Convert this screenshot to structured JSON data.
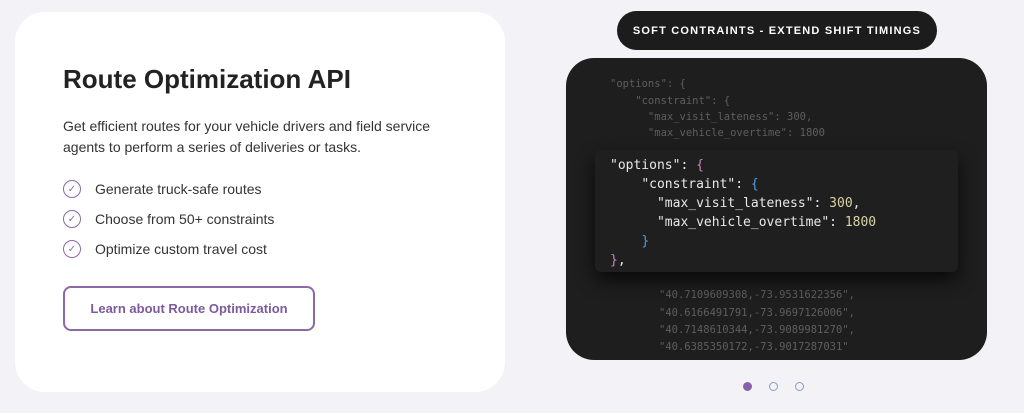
{
  "card": {
    "title": "Route Optimization API",
    "description": "Get efficient routes for your vehicle drivers and field service agents to perform a series of deliveries or tasks.",
    "features": [
      "Generate truck-safe routes",
      "Choose from 50+ constraints",
      "Optimize custom travel cost"
    ],
    "button": "Learn about Route Optimization"
  },
  "slide": {
    "label": "SOFT CONTRAINTS - EXTEND SHIFT TIMINGS",
    "bg_code": [
      "\"options\": {",
      "    \"constraint\": {",
      "      \"max_visit_lateness\": 300,",
      "      \"max_vehicle_overtime\": 1800"
    ],
    "coords": [
      "\"40.7109609308,-73.9531622356\",",
      "\"40.6166491791,-73.9697126006\",",
      "\"40.7148610344,-73.9089981270\",",
      "\"40.6385350172,-73.9017287031\""
    ],
    "hl": {
      "options": "\"options\"",
      "constraint": "\"constraint\"",
      "k1": "\"max_visit_lateness\"",
      "v1": "300",
      "k2": "\"max_vehicle_overtime\"",
      "v2": "1800"
    }
  },
  "carousel": {
    "total": 3,
    "active": 1
  },
  "colors": {
    "accent": "#8a6aa8"
  }
}
